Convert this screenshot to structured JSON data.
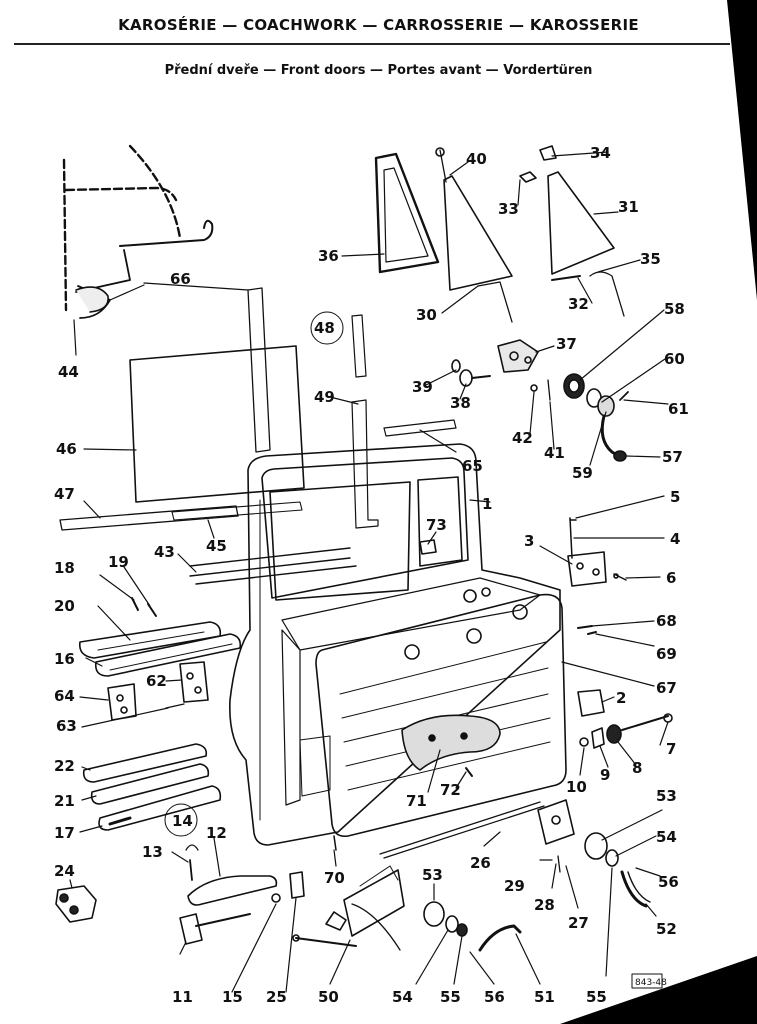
{
  "header": {
    "title": "KAROSÉRIE — COACHWORK — CARROSSERIE — KAROSSERIE",
    "subtitle": "Přední dveře — Front doors — Portes avant — Vordertüren"
  },
  "labels": {
    "p1": "1",
    "p2": "2",
    "p3": "3",
    "p4": "4",
    "p5": "5",
    "p6": "6",
    "p7": "7",
    "p8": "8",
    "p9": "9",
    "p10": "10",
    "p11": "11",
    "p12": "12",
    "p13": "13",
    "p14": "14",
    "p15": "15",
    "p16": "16",
    "p17": "17",
    "p18": "18",
    "p19": "19",
    "p20": "20",
    "p21": "21",
    "p22": "22",
    "p24": "24",
    "p25": "25",
    "p26": "26",
    "p27": "27",
    "p28": "28",
    "p29": "29",
    "p30": "30",
    "p31": "31",
    "p32": "32",
    "p33": "33",
    "p34": "34",
    "p35": "35",
    "p36": "36",
    "p37": "37",
    "p38": "38",
    "p39": "39",
    "p40": "40",
    "p41": "41",
    "p42": "42",
    "p43": "43",
    "p44": "44",
    "p45": "45",
    "p46": "46",
    "p47": "47",
    "p48": "48",
    "p49": "49",
    "p50": "50",
    "p51": "51",
    "p52": "52",
    "p53a": "53",
    "p53b": "53",
    "p54a": "54",
    "p54b": "54",
    "p55a": "55",
    "p55b": "55",
    "p56a": "56",
    "p56b": "56",
    "p57": "57",
    "p58": "58",
    "p59": "59",
    "p60": "60",
    "p61": "61",
    "p62": "62",
    "p63": "63",
    "p64": "64",
    "p65": "65",
    "p66": "66",
    "p67": "67",
    "p68": "68",
    "p69": "69",
    "p70": "70",
    "p71": "71",
    "p72": "72",
    "p73": "73"
  },
  "figure_reference": "843-48"
}
